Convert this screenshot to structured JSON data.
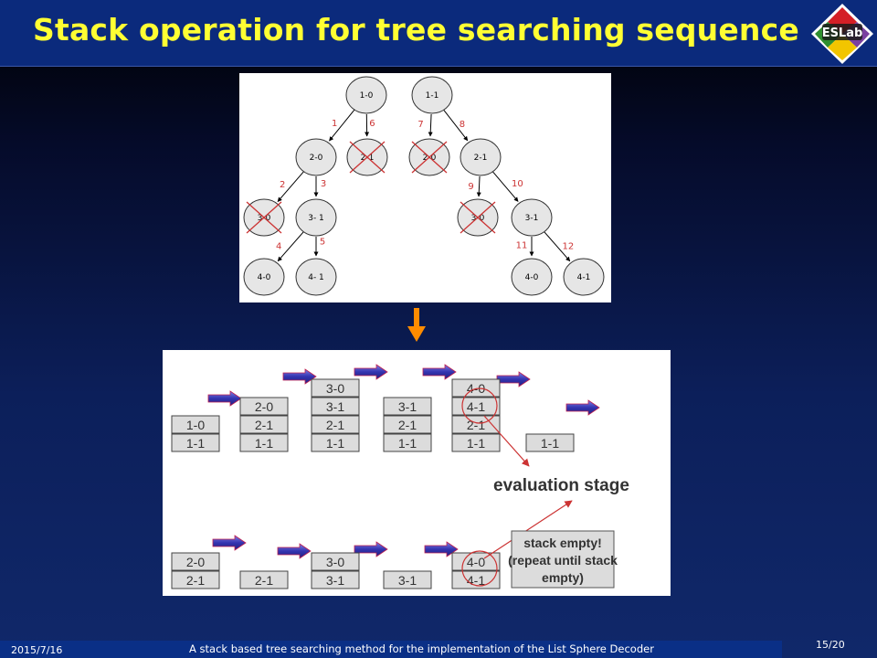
{
  "header": {
    "title": "Stack operation for tree searching sequence",
    "logo_text": "ESLab"
  },
  "tree": {
    "nodes": [
      {
        "id": "n1-0",
        "label": "1-0",
        "pruned": false
      },
      {
        "id": "n1-1",
        "label": "1-1",
        "pruned": false
      },
      {
        "id": "n2-0a",
        "label": "2-0",
        "pruned": false
      },
      {
        "id": "n2-1a",
        "label": "2-1",
        "pruned": true
      },
      {
        "id": "n2-0b",
        "label": "2-0",
        "pruned": true
      },
      {
        "id": "n2-1b",
        "label": "2-1",
        "pruned": false
      },
      {
        "id": "n3-0a",
        "label": "3-0",
        "pruned": true
      },
      {
        "id": "n3-1a",
        "label": "3- 1",
        "pruned": false
      },
      {
        "id": "n3-0b",
        "label": "3-0",
        "pruned": true
      },
      {
        "id": "n3-1b",
        "label": "3-1",
        "pruned": false
      },
      {
        "id": "n4-0a",
        "label": "4-0",
        "pruned": false
      },
      {
        "id": "n4-1a",
        "label": "4- 1",
        "pruned": false
      },
      {
        "id": "n4-0b",
        "label": "4-0",
        "pruned": false
      },
      {
        "id": "n4-1b",
        "label": "4-1",
        "pruned": false
      }
    ],
    "edges": [
      {
        "from": "n1-0",
        "to": "n2-0a",
        "order": "1"
      },
      {
        "from": "n1-0",
        "to": "n2-1a",
        "order": "6"
      },
      {
        "from": "n2-0a",
        "to": "n3-0a",
        "order": "2"
      },
      {
        "from": "n2-0a",
        "to": "n3-1a",
        "order": "3"
      },
      {
        "from": "n3-1a",
        "to": "n4-0a",
        "order": "4"
      },
      {
        "from": "n3-1a",
        "to": "n4-1a",
        "order": "5"
      },
      {
        "from": "n1-1",
        "to": "n2-0b",
        "order": "7"
      },
      {
        "from": "n1-1",
        "to": "n2-1b",
        "order": "8"
      },
      {
        "from": "n2-1b",
        "to": "n3-0b",
        "order": "9"
      },
      {
        "from": "n2-1b",
        "to": "n3-1b",
        "order": "10"
      },
      {
        "from": "n3-1b",
        "to": "n4-0b",
        "order": "11"
      },
      {
        "from": "n3-1b",
        "to": "n4-1b",
        "order": "12"
      }
    ]
  },
  "stack_sequence": {
    "row1": [
      [
        "1-0",
        "1-1"
      ],
      [
        "2-0",
        "2-1",
        "1-1"
      ],
      [
        "3-0",
        "3-1",
        "2-1",
        "1-1"
      ],
      [
        "3-1",
        "2-1",
        "1-1"
      ],
      [
        "4-0",
        "4-1",
        "2-1",
        "1-1"
      ],
      [
        "1-1"
      ]
    ],
    "row2": [
      [
        "2-0",
        "2-1"
      ],
      [
        "2-1"
      ],
      [
        "3-0",
        "3-1"
      ],
      [
        "3-1"
      ],
      [
        "4-0",
        "4-1"
      ]
    ],
    "evaluation_label": "evaluation stage",
    "stack_empty_lines": [
      "stack empty!",
      "(repeat until stack",
      "empty)"
    ]
  },
  "footer": {
    "date": "2015/7/16",
    "text": "A stack based tree searching method for  the implementation of the List Sphere Decoder",
    "page": "15/20"
  },
  "colors": {
    "title": "#ffff33",
    "header_bg": "#0b2a7c",
    "flow_arrow": "#ff8c00",
    "stack_arrow": "#3333aa",
    "prune_mark": "#cc3333",
    "node_fill": "#e6e6e6"
  }
}
